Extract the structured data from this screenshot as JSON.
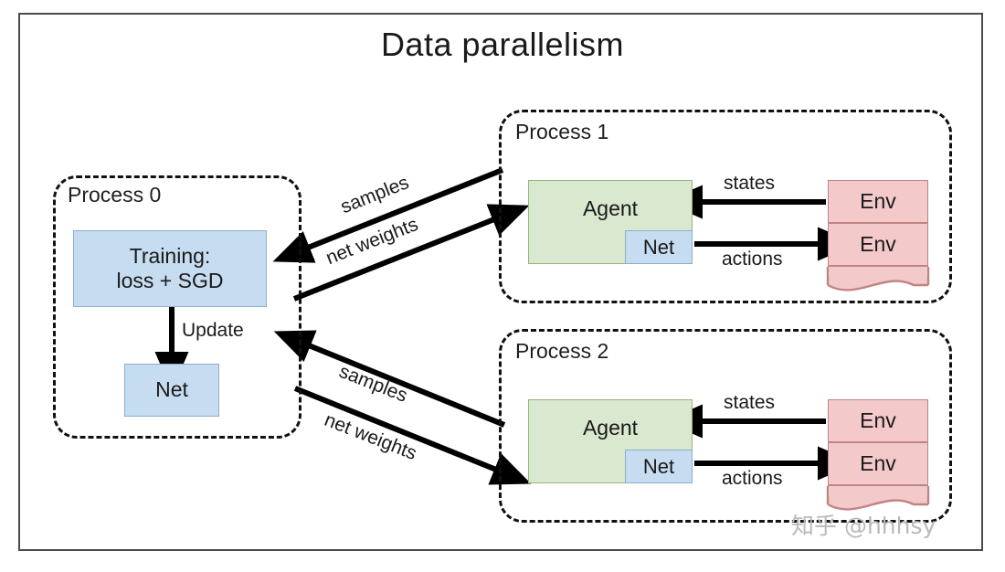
{
  "title": "Data parallelism",
  "watermark": "知乎 @hhhsy",
  "colors": {
    "blue_fill": "#c6dcf0",
    "blue_border": "#8fadc9",
    "green_fill": "#d9e8ce",
    "green_border": "#93b67e",
    "red_fill": "#f4c9c9",
    "red_border": "#c08484",
    "arrow": "#000000",
    "dashed_border": "#111111",
    "frame": "#4a4a4a"
  },
  "processes": {
    "trainer": {
      "label": "Process 0",
      "training_box": {
        "line1": "Training:",
        "line2": "loss + SGD"
      },
      "update_label": "Update",
      "net_box": "Net"
    },
    "workers": [
      {
        "label": "Process 1",
        "agent_box": "Agent",
        "net_box": "Net",
        "env_boxes": [
          "Env",
          "Env",
          ""
        ],
        "states_label": "states",
        "actions_label": "actions"
      },
      {
        "label": "Process 2",
        "agent_box": "Agent",
        "net_box": "Net",
        "env_boxes": [
          "Env",
          "Env",
          ""
        ],
        "states_label": "states",
        "actions_label": "actions"
      }
    ]
  },
  "links": [
    {
      "samples_label": "samples",
      "weights_label": "net weights"
    },
    {
      "samples_label": "samples",
      "weights_label": "net weights"
    }
  ]
}
